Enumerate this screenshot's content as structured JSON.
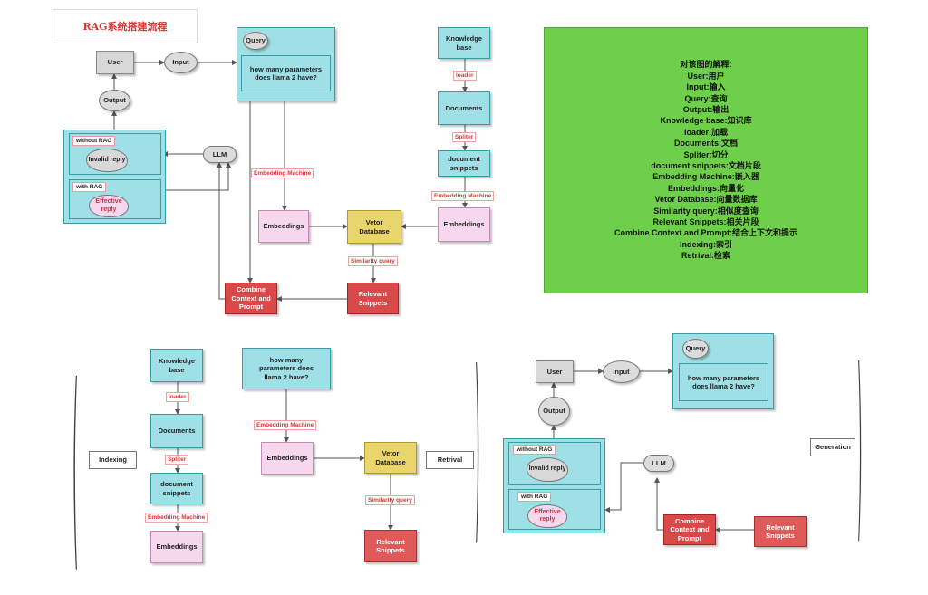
{
  "title": "RAG系统搭建流程",
  "top": {
    "user": "User",
    "input": "Input",
    "output": "Output",
    "query": "Query",
    "question": "how many parameters does llama 2 have?",
    "knowledge_base": "Knowledge base",
    "loader": "loader",
    "documents": "Documents",
    "spliter": "Spliter",
    "document_snippets": "document snippets",
    "embedding_machine_right": "Embedding Machine",
    "embeddings_right": "Embeddings",
    "embedding_machine_left": "Embedding Machine",
    "embeddings_left": "Embeddings",
    "vector_db": "Vetor Database",
    "similarity_query": "Similarity query",
    "relevant_snippets": "Relevant Snippets",
    "combine": "Combine Context and Prompt",
    "llm": "LLM",
    "without_rag": "without RAG",
    "invalid_reply": "Invalid reply",
    "with_rag": "with RAG",
    "effective_reply": "Effective reply"
  },
  "legend": {
    "lines": [
      "对该图的解释:",
      "User:用户",
      "Input:输入",
      "Query:查询",
      "Output:输出",
      "Knowledge base:知识库",
      "loader:加载",
      "Documents:文档",
      "Spliter:切分",
      "document snippets:文档片段",
      "Embedding Machine:嵌入器",
      "Embeddings:向量化",
      "Vetor Database:向量数据库",
      "Similarity query:相似度查询",
      "Relevant Snippets:相关片段",
      "Combine Context and Prompt:结合上下文和提示",
      "Indexing:索引",
      "Retrival:检索"
    ]
  },
  "bottom": {
    "indexing": "Indexing",
    "retrival": "Retrival",
    "generation": "Generation",
    "knowledge_base": "Knowledge base",
    "loader": "loader",
    "documents": "Documents",
    "spliter": "Spliter",
    "document_snippets": "document snippets",
    "embedding_machine_a": "Embedding Machine",
    "embeddings_a": "Embeddings",
    "question": "how many parameters does llama 2 have?",
    "embedding_machine_b": "Embedding Machine",
    "embeddings_b": "Embeddings",
    "vector_db": "Vetor Database",
    "similarity_query": "Similarity query",
    "relevant_snippets_mid": "Relevant Snippets",
    "user": "User",
    "input": "Input",
    "output": "Output",
    "query": "Query",
    "question_gen": "how many parameters does llama 2 have?",
    "without_rag": "without RAG",
    "invalid_reply": "Invalid reply",
    "with_rag": "with RAG",
    "effective_reply": "Effective reply",
    "llm": "LLM",
    "combine": "Combine Context and Prompt",
    "relevant_snippets": "Relevant Snippets"
  },
  "colors": {
    "cyan": "#9fe0e6",
    "pink": "#f6d7ee",
    "yellow": "#e8d56b",
    "red": "#d94949",
    "green": "#6ed04a",
    "tag_red": "#d33333"
  }
}
